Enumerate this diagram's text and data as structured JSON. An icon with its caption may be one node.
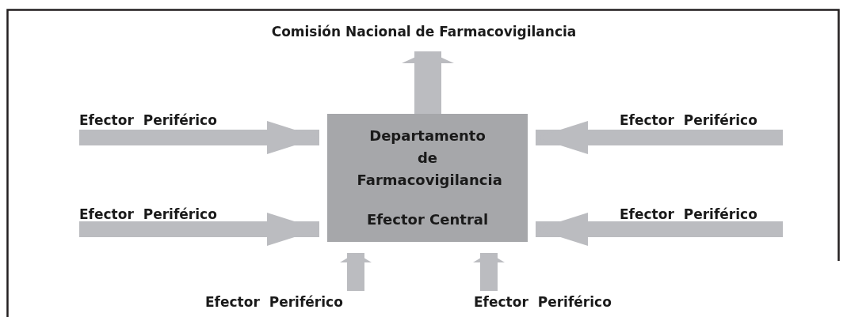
{
  "diagram": {
    "nodes": [
      {
        "text": [
          "Departamento de Farmacovigilancia",
          "Efector Central"
        ]
      },
      {
        "text": [
          "Comisión Nacional de Farmacovigilancia"
        ]
      },
      {
        "text": [
          "Efector Periférico"
        ]
      },
      {
        "text": [
          "Efector Periférico"
        ]
      },
      {
        "text": [
          "Efector Periférico"
        ]
      },
      {
        "text": [
          "Efector Periférico"
        ]
      },
      {
        "text": [
          "Efector Periférico"
        ]
      },
      {
        "text": [
          "Efector Periférico"
        ]
      }
    ],
    "edges": [
      {
        "from": 0,
        "to": 1,
        "arrow": "to"
      },
      {
        "from": 2,
        "to": 0,
        "arrow": "to"
      },
      {
        "from": 3,
        "to": 0,
        "arrow": "to"
      },
      {
        "from": 4,
        "to": 0,
        "arrow": "to"
      },
      {
        "from": 5,
        "to": 0,
        "arrow": "to"
      },
      {
        "from": 6,
        "to": 0,
        "arrow": "to"
      },
      {
        "from": 7,
        "to": 0,
        "arrow": "to"
      }
    ]
  }
}
